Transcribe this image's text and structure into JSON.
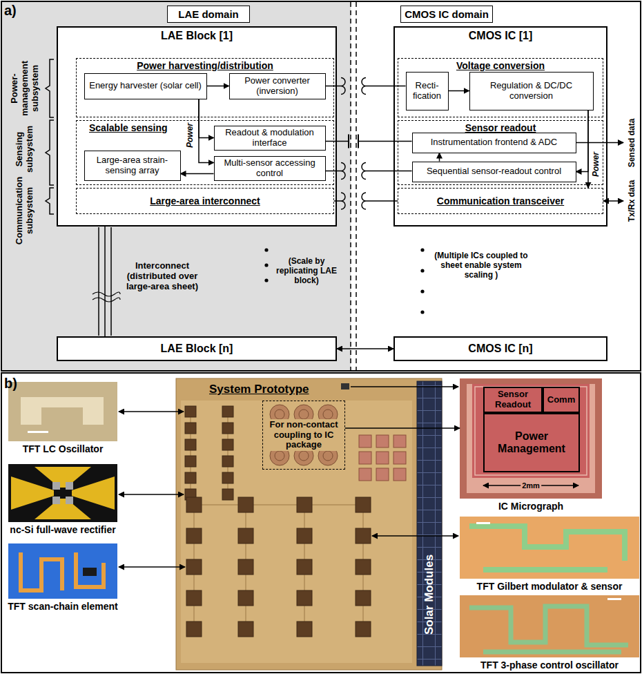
{
  "diagram": {
    "nodes": [
      {
        "text": [
          "LAE domain"
        ]
      },
      {
        "text": [
          "CMOS IC domain"
        ]
      },
      {
        "text": [
          "LAE Block [1]"
        ]
      },
      {
        "text": [
          "Power harvesting/distribution"
        ],
        "in": 2
      },
      {
        "text": [
          "Energy harvester (solar cell)"
        ],
        "in": 3
      },
      {
        "text": [
          "Power converter (inversion)"
        ],
        "in": 3
      },
      {
        "text": [
          "Scalable sensing"
        ],
        "in": 2
      },
      {
        "text": [
          "Large-area strain-sensing array"
        ],
        "in": 6
      },
      {
        "text": [
          "Readout & modulation interface"
        ],
        "in": 6
      },
      {
        "text": [
          "Multi-sensor accessing control"
        ],
        "in": 6
      },
      {
        "text": [
          "Large-area interconnect"
        ],
        "in": 2
      },
      {
        "text": [
          "CMOS IC [1]"
        ]
      },
      {
        "text": [
          "Voltage conversion"
        ],
        "in": 11
      },
      {
        "text": [
          "Recti- fication"
        ],
        "in": 12
      },
      {
        "text": [
          "Regulation & DC/DC conversion"
        ],
        "in": 12
      },
      {
        "text": [
          "Sensor readout"
        ],
        "in": 11
      },
      {
        "text": [
          "Instrumentation frontend & ADC"
        ],
        "in": 15
      },
      {
        "text": [
          "Sequential sensor-readout control"
        ],
        "in": 15
      },
      {
        "text": [
          "Communication transceiver"
        ],
        "in": 11
      },
      {
        "text": [
          "LAE Block [n]"
        ]
      },
      {
        "text": [
          "CMOS IC [n]"
        ]
      },
      {
        "text": [
          "System Prototype"
        ]
      },
      {
        "text": [
          "For non-contact coupling to IC package"
        ],
        "in": 21
      },
      {
        "text": [
          "Solar Modules"
        ],
        "in": 21
      },
      {
        "text": [
          "TFT LC Oscillator"
        ]
      },
      {
        "text": [
          "nc-Si full-wave rectifier"
        ]
      },
      {
        "text": [
          "TFT scan-chain element"
        ]
      },
      {
        "text": [
          "IC Micrograph"
        ]
      },
      {
        "text": [
          "Sensor Readout"
        ],
        "in": 27
      },
      {
        "text": [
          "Comm"
        ],
        "in": 27
      },
      {
        "text": [
          "Power Management"
        ],
        "in": 27
      },
      {
        "text": [
          "TFT Gilbert modulator & sensor"
        ]
      },
      {
        "text": [
          "TFT 3-phase control oscillator"
        ]
      }
    ],
    "edges": [
      {
        "from": 4,
        "to": 5,
        "arrow": "to"
      },
      {
        "from": 4,
        "to": 8,
        "arrow": "to"
      },
      {
        "from": 4,
        "to": 9,
        "arrow": "to"
      },
      {
        "from": 9,
        "to": 7,
        "arrow": "to"
      },
      {
        "from": 5,
        "to": 13,
        "arrow": "none"
      },
      {
        "from": 8,
        "to": 16,
        "arrow": "none"
      },
      {
        "from": 9,
        "to": 17,
        "arrow": "none"
      },
      {
        "from": 10,
        "to": 18,
        "arrow": "none"
      },
      {
        "from": 13,
        "to": 14,
        "arrow": "to"
      },
      {
        "from": 14,
        "to": 18,
        "arrow": "to"
      },
      {
        "from": 14,
        "to": 17,
        "arrow": "to"
      },
      {
        "from": 17,
        "to": 16,
        "arrow": "to"
      },
      {
        "from": 19,
        "to": 20,
        "arrow": "both"
      },
      {
        "from": 2,
        "to": 19,
        "arrow": "none"
      },
      {
        "from": 22,
        "to": 27,
        "arrow": "to"
      }
    ],
    "labels": [
      "a)",
      "Power-management subsystem",
      "Sensing subsystem",
      "Communication subsystem",
      "Power",
      "Power",
      "Sensed data",
      "Tx/Rx data",
      "Interconnect (distributed over large-area sheet)",
      "(Scale by replicating LAE block)",
      "(Multiple ICs coupled to sheet enable system scaling )",
      "b)",
      "2mm"
    ]
  }
}
